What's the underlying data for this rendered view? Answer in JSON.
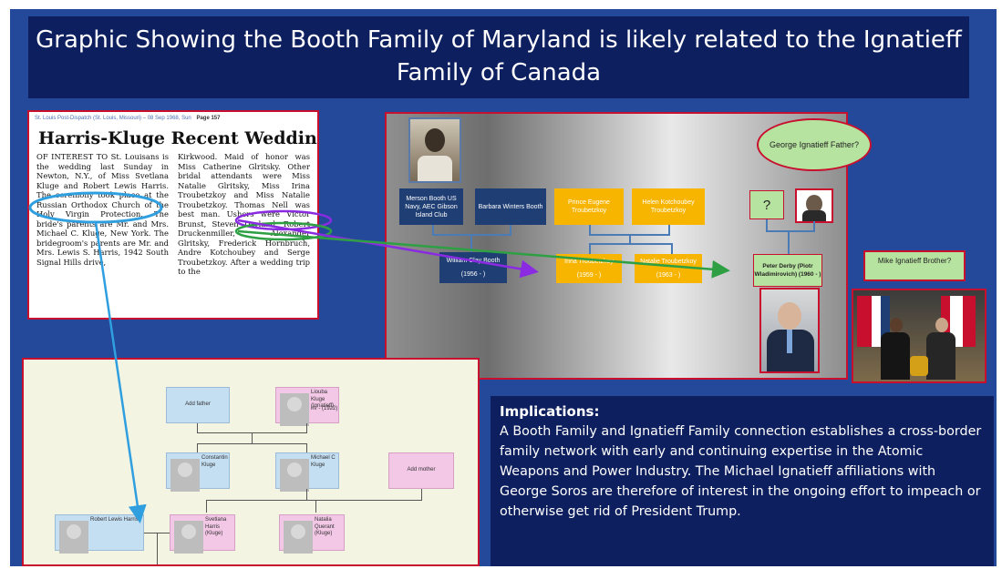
{
  "title": "Graphic Showing the Booth Family of Maryland is likely related to the Ignatieff Family of Canada",
  "clipping": {
    "source": "St. Louis Post-Dispatch (St. Louis, Missouri)",
    "date": "08 Sep 1968, Sun",
    "page": "Page 157",
    "headline": "Harris-Kluge Recent Wedding",
    "col1": "OF INTEREST TO St. Louisans is the wedding last Sunday in Newton, N.Y., of Miss Svetlana Kluge and Robert Lewis Harris. The ceremony took place at the Russian Orthodox Church of the Holy Virgin Protection. The bride's parents are Mr. and Mrs. Michael C. Kluge, New York. The bridegroom's parents are Mr. and Mrs. Lewis S. Harris, 1942 South Signal Hills drive,",
    "col2": "Kirkwood. Maid of honor was Miss Catherine Glritsky. Other bridal attendants were Miss Natalie Glritsky, Miss Irina Troubetzkoy and Miss Natalie Troubetzkoy. Thomas Nell was best man. Ushers were Victor Brunst, Steven Darland, Robert Druckenmiller, Alexander Glritsky, Frederick Hornbruch, Andre Kotchoubey and Serge Troubetzkoy. After a wedding trip to the"
  },
  "tree": {
    "merson": "Merson Booth US Navy, AEC Gibson Island Club",
    "barbara": "Barbara Winters Booth",
    "prince": "Prince Eugene Troubetzkoy",
    "helen": "Helen Kotchoubey Troubetzkoy",
    "william_name": "William Clay Booth",
    "william_years": "(1956 - )",
    "irina_name": "Irina Troubetzkoy",
    "irina_years": "(1959 - )",
    "natalie_name": "Natalie Troubetzkoy",
    "natalie_years": "(1963 - )",
    "question": "?",
    "peter": "Peter Derby (Piotr Wladimirovich) (1960 - )",
    "george": "George Ignatieff Father?",
    "mike": "Mike Ignatieff Brother?"
  },
  "genealogy": {
    "add_father": "Add father",
    "liouba": "Liouba Kluge (Ignatieff)",
    "liouba_years": "m. - (1922)",
    "constantin": "Constantin Kluge",
    "michael": "Michael C Kluge",
    "add_mother": "Add mother",
    "robert": "Robert Lewis Harris",
    "svetlana": "Svetlana Harris (Kluge)",
    "natalia": "Natalia Querant (Kluge)"
  },
  "implications": {
    "heading": "Implications:",
    "text": "A Booth Family and Ignatieff Family connection establishes a cross-border family network with early and continuing expertise in the Atomic Weapons and Power Industry. The Michael Ignatieff affiliations with George Soros are therefore of interest in the ongoing effort to impeach or otherwise get rid of President Trump."
  },
  "colors": {
    "slide_bg": "#25499a",
    "title_bg": "#0d1f5e",
    "frame_red": "#c8102e",
    "navy_box": "#1f3e73",
    "gold_box": "#f7b500",
    "green_box": "#b7e3a0",
    "arrow_purple": "#8a2be2",
    "arrow_green": "#2ea043",
    "arrow_cyan": "#2f9fe0"
  }
}
